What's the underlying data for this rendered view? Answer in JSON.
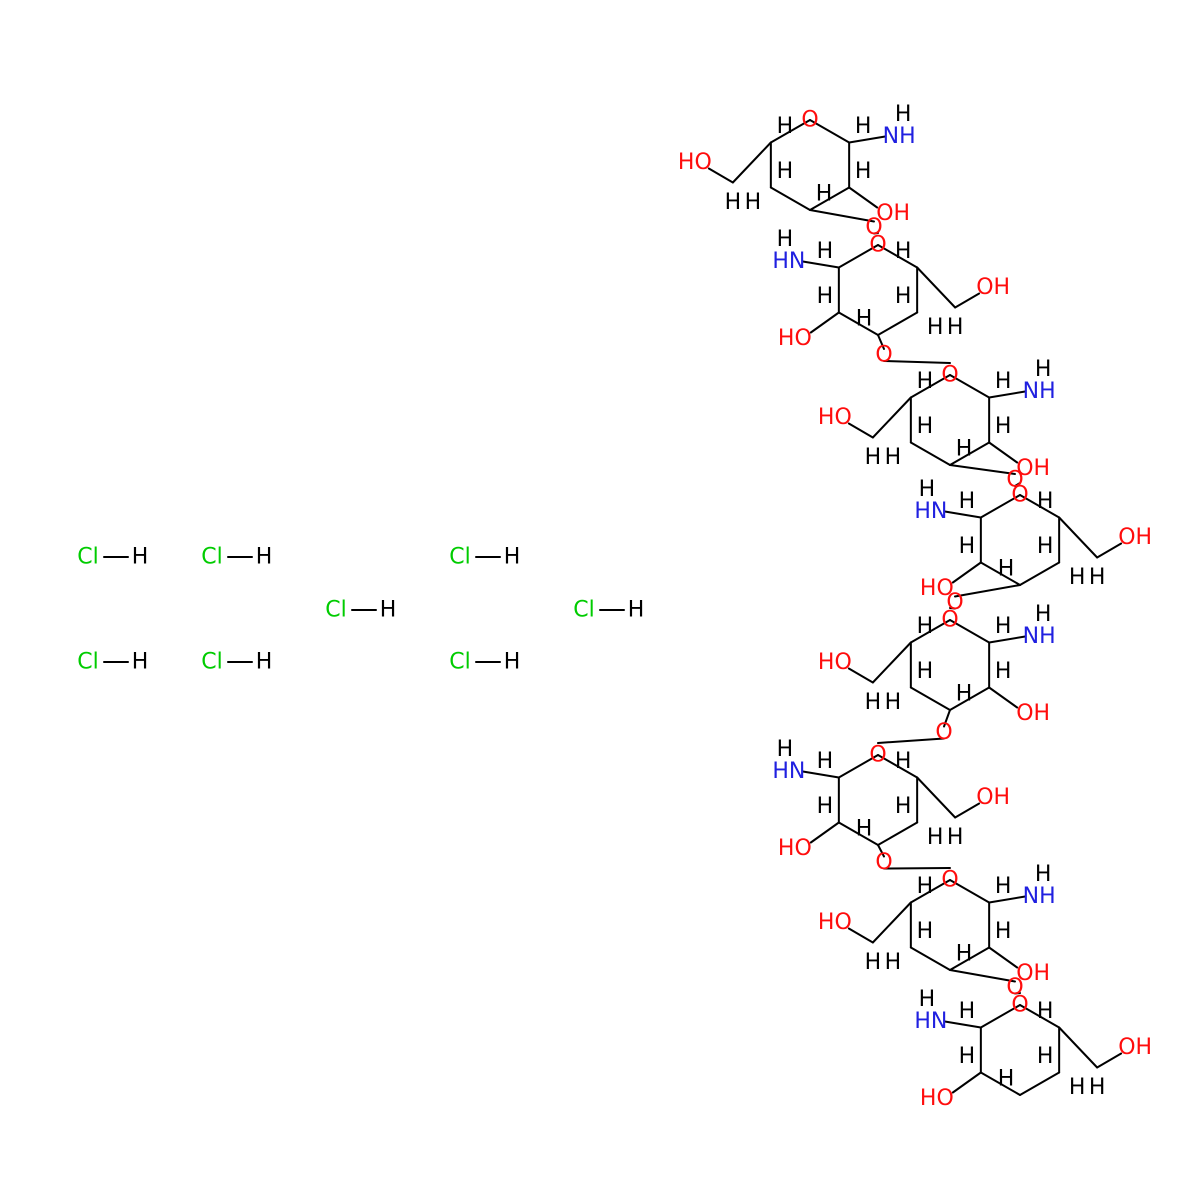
{
  "colors": {
    "carbon_bond": "#000000",
    "oxygen": "#ff0d0d",
    "nitrogen": "#2020e0",
    "chlorine": "#00cc00",
    "hydrogen": "#000000"
  },
  "labels": {
    "chlorine": "Cl",
    "hydrogen": "H",
    "oxygen": "O",
    "nitrogen": "N",
    "hydroxyl": "OH",
    "hydroxyl_left": "HO",
    "amine": "NH",
    "amine_left": "HN"
  },
  "hcl_count": 8,
  "sugar_ring_count": 8
}
